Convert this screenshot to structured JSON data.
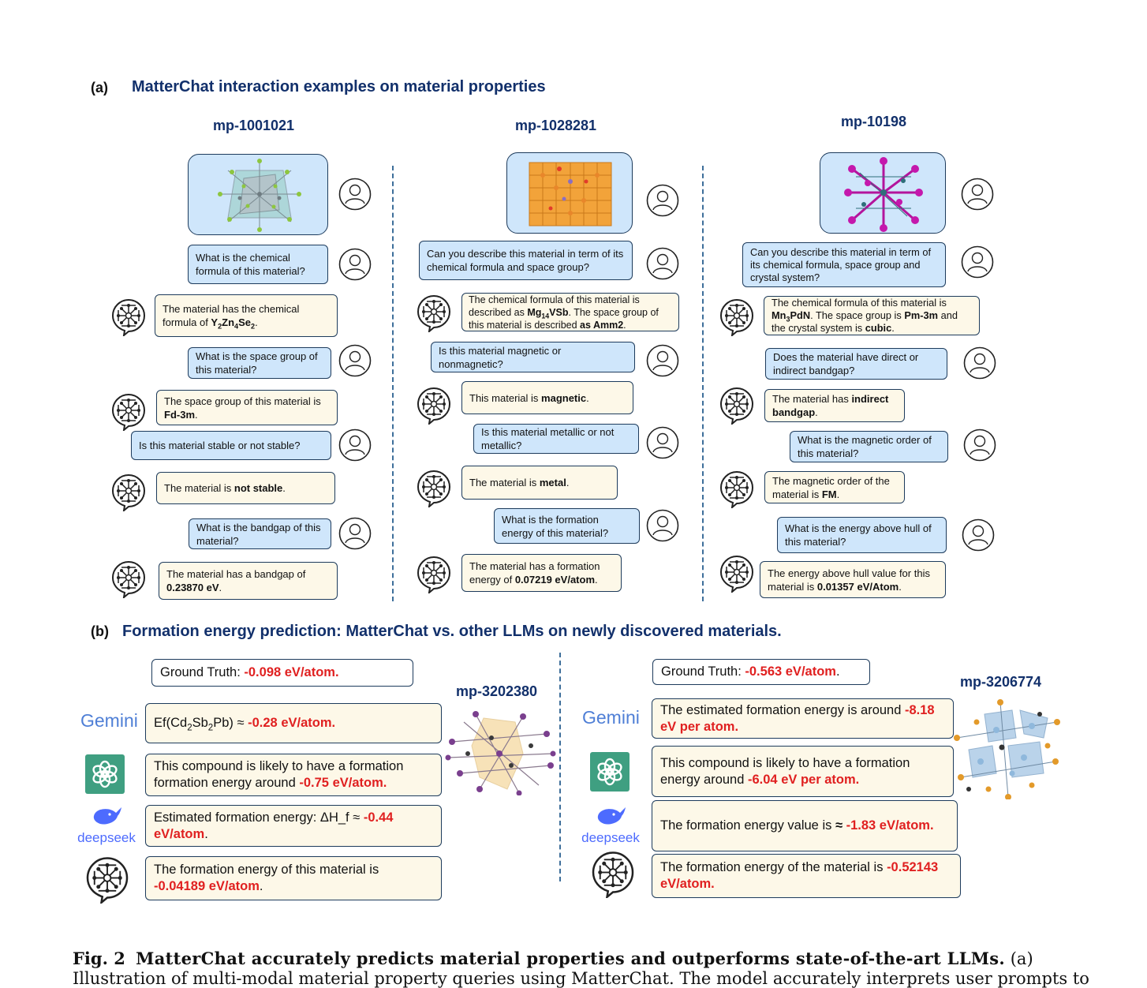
{
  "panel_a": {
    "label": "(a)",
    "title": "MatterChat interaction examples on material properties",
    "columns": [
      {
        "mp_id": "mp-1001021",
        "turns": [
          {
            "q": "What is the chemical formula of this material?",
            "a_parts": [
              {
                "t": "The material has the chemical formula of "
              },
              {
                "t": "Y",
                "b": 1
              },
              {
                "t": "2",
                "b": 1,
                "sub": 1
              },
              {
                "t": "Zn",
                "b": 1
              },
              {
                "t": "4",
                "b": 1,
                "sub": 1
              },
              {
                "t": "Se",
                "b": 1
              },
              {
                "t": "2",
                "b": 1,
                "sub": 1
              },
              {
                "t": "."
              }
            ]
          },
          {
            "q": "What is the space group of this material?",
            "a_parts": [
              {
                "t": "The space group of this material is "
              },
              {
                "t": "Fd-3m",
                "b": 1
              },
              {
                "t": "."
              }
            ]
          },
          {
            "q": "Is this material stable or not stable?",
            "a_parts": [
              {
                "t": "The material is "
              },
              {
                "t": "not stable",
                "b": 1
              },
              {
                "t": "."
              }
            ]
          },
          {
            "q": "What is the bandgap of this material?",
            "a_parts": [
              {
                "t": "The material has a bandgap of "
              },
              {
                "t": "0.23870 eV",
                "b": 1
              },
              {
                "t": "."
              }
            ]
          }
        ]
      },
      {
        "mp_id": "mp-1028281",
        "turns": [
          {
            "q": "Can you describe this material in term of its chemical formula and space group?",
            "a_parts": [
              {
                "t": "The chemical formula of this material is described as "
              },
              {
                "t": "Mg",
                "b": 1
              },
              {
                "t": "14",
                "b": 1,
                "sub": 1
              },
              {
                "t": "VSb",
                "b": 1
              },
              {
                "t": ". The space group of this material is described "
              },
              {
                "t": "as Amm2",
                "b": 1
              },
              {
                "t": "."
              }
            ]
          },
          {
            "q": "Is this material magnetic or nonmagnetic?",
            "a_parts": [
              {
                "t": "This material is "
              },
              {
                "t": "magnetic",
                "b": 1
              },
              {
                "t": "."
              }
            ]
          },
          {
            "q": "Is this material metallic or not metallic?",
            "a_parts": [
              {
                "t": "The material is "
              },
              {
                "t": "metal",
                "b": 1
              },
              {
                "t": "."
              }
            ]
          },
          {
            "q": "What is the formation energy of this material?",
            "a_parts": [
              {
                "t": "The material has a formation energy of "
              },
              {
                "t": "0.07219 eV/atom",
                "b": 1
              },
              {
                "t": "."
              }
            ]
          }
        ]
      },
      {
        "mp_id": "mp-10198",
        "turns": [
          {
            "q": "Can you describe this material in term of its chemical formula, space group and crystal system?",
            "a_parts": [
              {
                "t": "The chemical formula of this material is "
              },
              {
                "t": "Mn",
                "b": 1
              },
              {
                "t": "3",
                "b": 1,
                "sub": 1
              },
              {
                "t": "PdN",
                "b": 1
              },
              {
                "t": ". The space group is "
              },
              {
                "t": "Pm-3m",
                "b": 1
              },
              {
                "t": " and the crystal system is "
              },
              {
                "t": "cubic",
                "b": 1
              },
              {
                "t": "."
              }
            ]
          },
          {
            "q": "Does the material have direct or indirect bandgap?",
            "a_parts": [
              {
                "t": "The material has "
              },
              {
                "t": "indirect bandgap",
                "b": 1
              },
              {
                "t": "."
              }
            ]
          },
          {
            "q": "What is the magnetic order of this material?",
            "a_parts": [
              {
                "t": "The magnetic order of the material is "
              },
              {
                "t": "FM",
                "b": 1
              },
              {
                "t": "."
              }
            ]
          },
          {
            "q": "What is the energy above hull of this material?",
            "a_parts": [
              {
                "t": "The energy above hull value for this material is "
              },
              {
                "t": "0.01357 eV/Atom",
                "b": 1
              },
              {
                "t": "."
              }
            ]
          }
        ]
      }
    ]
  },
  "panel_b": {
    "label": "(b)",
    "title": "Formation energy prediction: MatterChat vs. other LLMs on newly discovered materials.",
    "left": {
      "mp_id": "mp-3202380",
      "ground_truth_label": "Ground Truth: ",
      "ground_truth_value": "-0.098 eV/atom.",
      "answers": [
        {
          "model": "Gemini",
          "parts": [
            {
              "t": "Ef(Cd"
            },
            {
              "t": "2",
              "sub": 1
            },
            {
              "t": "Sb"
            },
            {
              "t": "2",
              "sub": 1
            },
            {
              "t": "Pb) ≈ "
            },
            {
              "t": "-0.28 eV/atom.",
              "r": 1
            }
          ]
        },
        {
          "model": "ChatGPT",
          "parts": [
            {
              "t": "This compound is likely to have a formation formation energy around "
            },
            {
              "t": "-0.75 eV/atom.",
              "r": 1
            }
          ]
        },
        {
          "model": "deepseek",
          "parts": [
            {
              "t": "Estimated formation energy: ΔH_f ≈ "
            },
            {
              "t": "-0.44 eV/atom",
              "r": 1
            },
            {
              "t": "."
            }
          ]
        },
        {
          "model": "MatterChat",
          "parts": [
            {
              "t": "The formation energy of this material is "
            },
            {
              "t": "-0.04189 eV/atom",
              "r": 1
            },
            {
              "t": "."
            }
          ]
        }
      ]
    },
    "right": {
      "mp_id": "mp-3206774",
      "ground_truth_label": "Ground Truth: ",
      "ground_truth_value": "-0.563 eV/atom",
      "ground_truth_suffix": ".",
      "answers": [
        {
          "model": "Gemini",
          "parts": [
            {
              "t": "The estimated formation energy is around "
            },
            {
              "t": "-8.18 eV per atom.",
              "r": 1
            }
          ]
        },
        {
          "model": "ChatGPT",
          "parts": [
            {
              "t": "This compound is likely to have a formation energy around "
            },
            {
              "t": "-6.04 eV per atom.",
              "r": 1
            }
          ]
        },
        {
          "model": "deepseek",
          "parts": [
            {
              "t": "The formation energy value is "
            },
            {
              "t": "≈ ",
              "b": 1
            },
            {
              "t": "-1.83 eV/atom.",
              "r": 1
            }
          ]
        },
        {
          "model": "MatterChat",
          "parts": [
            {
              "t": "The formation energy of the material is "
            },
            {
              "t": "-0.52143 eV/atom.",
              "r": 1
            }
          ]
        }
      ]
    },
    "logos": {
      "gemini": "Gemini",
      "deepseek": "deepseek"
    }
  },
  "caption": {
    "lead": "Fig. 2",
    "bold_text": "MatterChat accurately predicts material properties and outperforms state-of-the-art LLMs.",
    "rest": "(a)",
    "line2": "Illustration of multi-modal material property queries using MatterChat. The model accurately interprets user prompts to"
  },
  "colors": {
    "title": "#12306b",
    "question_bg": "#cfe6fb",
    "answer_bg": "#fdf8e8",
    "highlight": "#e02020",
    "border": "#1d3b5c"
  }
}
